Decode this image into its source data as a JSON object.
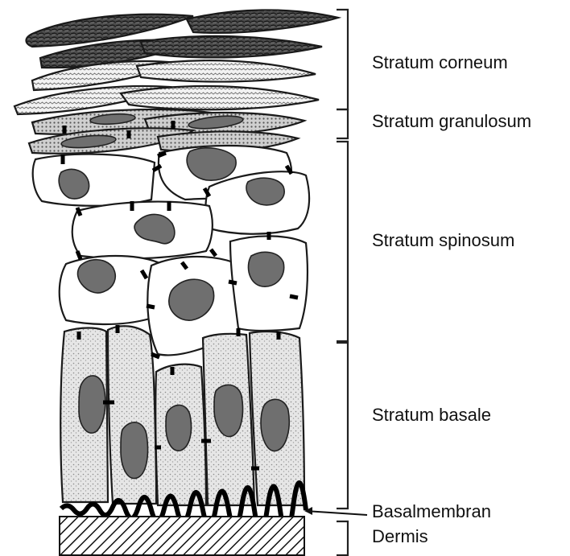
{
  "layers": {
    "corneum": "Stratum corneum",
    "granulosum": "Stratum granulosum",
    "spinosum": "Stratum spinosum",
    "basale": "Stratum basale",
    "basalmembran": "Basalmembran",
    "dermis": "Dermis"
  },
  "colors": {
    "outline": "#1a1a1a",
    "nucleus": "#6f6f6f",
    "corneum_dark": "#3a3a3a",
    "stipple": "#d9d9d9"
  }
}
